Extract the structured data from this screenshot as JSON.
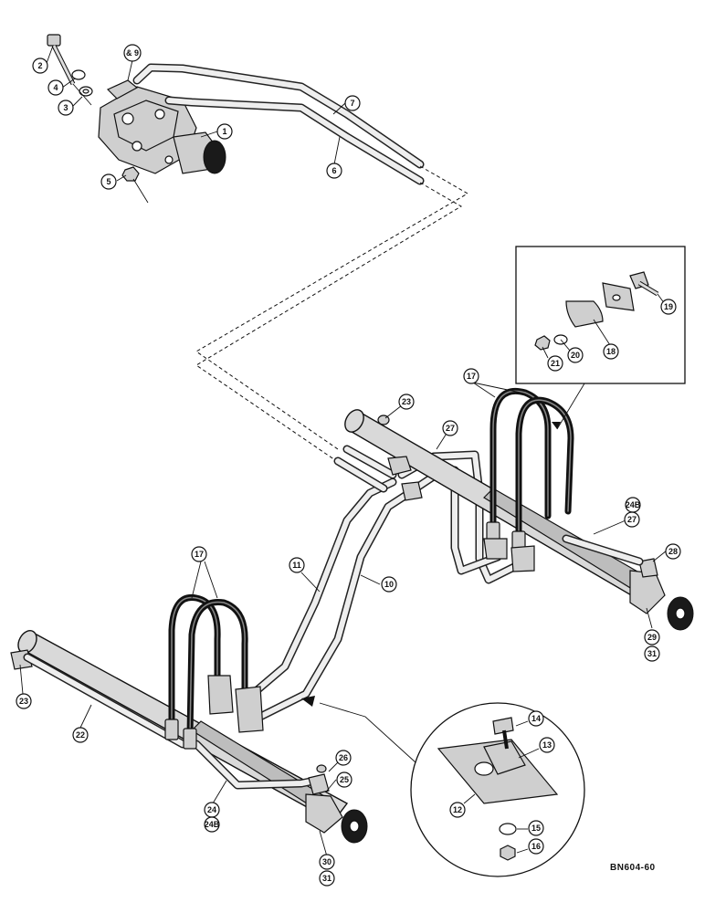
{
  "reference_code": "BN604-60",
  "callouts": {
    "c1": "1",
    "c2": "2",
    "c3": "3",
    "c4": "4",
    "c5": "5",
    "c6": "6",
    "c7": "7",
    "c8_9": "& 9",
    "c10": "10",
    "c11": "11",
    "c12": "12",
    "c13": "13",
    "c14": "14",
    "c15": "15",
    "c16": "16",
    "c17a": "17",
    "c17b": "17",
    "c18": "18",
    "c19": "19",
    "c20": "20",
    "c21": "21",
    "c22": "22",
    "c23a": "23",
    "c23b": "23",
    "c24": "24",
    "c24b_left": "24B",
    "c24b_right": "24B",
    "c25": "25",
    "c26": "26",
    "c27a": "27",
    "c27b": "27",
    "c28": "28",
    "c29": "29",
    "c30": "30",
    "c31a": "31",
    "c31b": "31"
  }
}
